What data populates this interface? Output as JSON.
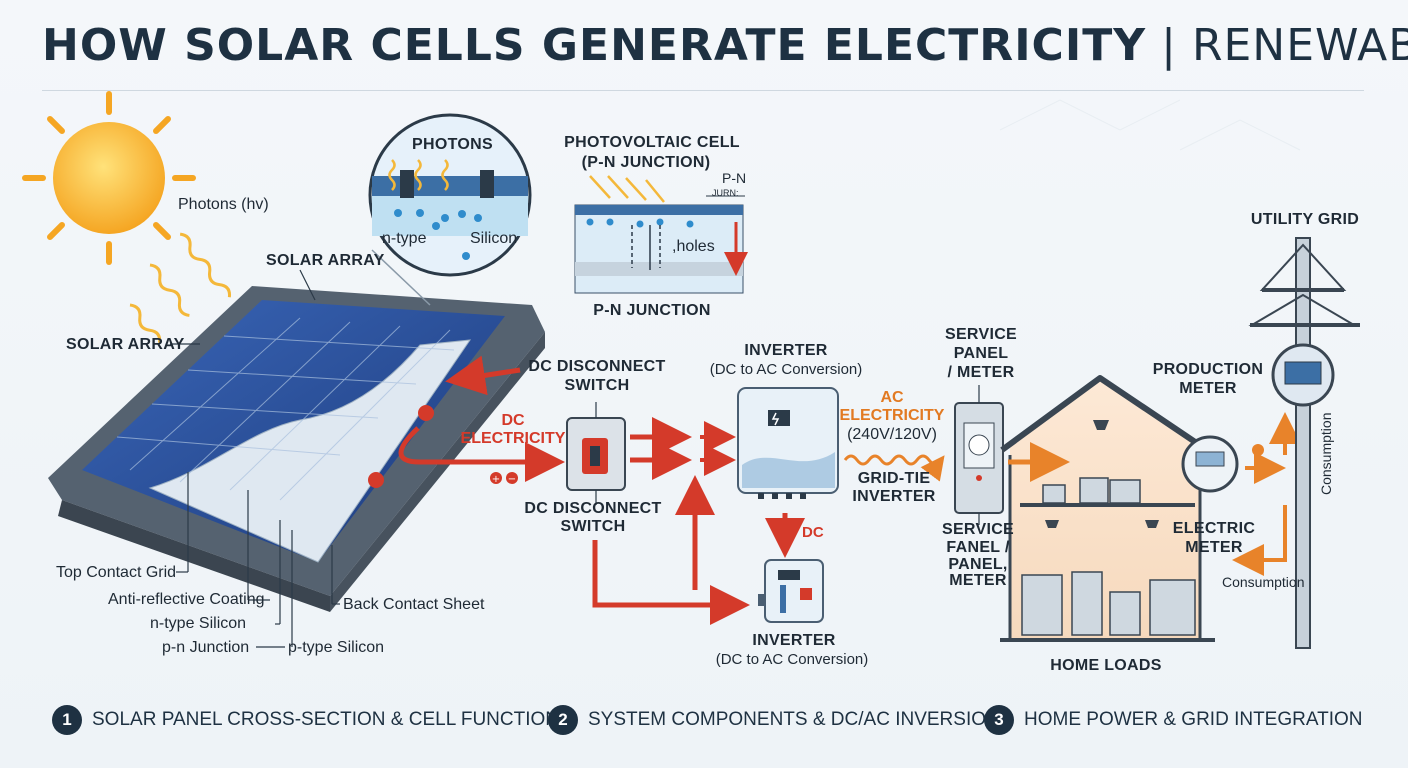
{
  "title": {
    "main": "HOW SOLAR CELLS GENERATE ELECTRICITY",
    "separator": "|",
    "sub": "RENEWABLE ENERGY PROCESS"
  },
  "section1": {
    "photons_hv": "Photons (hv)",
    "solar_array_top": "SOLAR ARRAY",
    "solar_array_left": "SOLAR ARRAY",
    "zoom": {
      "photons": "PHOTONS",
      "ntype": "n-type",
      "silicon": "Silicon"
    },
    "layers": {
      "top_contact_grid": "Top Contact Grid",
      "anti_reflective": "Anti-reflective Coating",
      "ntype_silicon": "n-type Silicon",
      "pn_junction": "p-n Junction",
      "ptype_silicon": "p-type Silicon",
      "back_contact": "Back Contact Sheet"
    }
  },
  "pv_cell": {
    "title_line1": "PHOTOVOLTAIC CELL",
    "title_line2": "(P-N JUNCTION)",
    "pn_label": "P-N",
    "pn_sub": "JURN:",
    "holes": ",holes",
    "junction": "P-N JUNCTION"
  },
  "section2": {
    "dc_electricity_l1": "DC",
    "dc_electricity_l2": "ELECTRICITY",
    "dc_disconnect_top_l1": "DC DISCONNECT",
    "dc_disconnect_top_l2": "SWITCH",
    "dc_disconnect_bot_l1": "DC DISCONNECT",
    "dc_disconnect_bot_l2": "SWITCH",
    "inverter_top": "INVERTER",
    "inverter_top_sub": "(DC to AC Conversion)",
    "dc_small": "DC",
    "inverter_bot": "INVERTER",
    "inverter_bot_sub": "(DC to AC Conversion)",
    "ac_l1": "AC",
    "ac_l2": "ELECTRICITY",
    "ac_volts": "(240V/120V)",
    "gridtie_l1": "GRID-TIE",
    "gridtie_l2": "INVERTER"
  },
  "section3": {
    "service_top_l1": "SERVICE",
    "service_top_l2": "PANEL",
    "service_top_l3": "/ METER",
    "service_bot_l1": "SERVICE",
    "service_bot_l2": "FANEL /",
    "service_bot_l3": "PANEL,",
    "service_bot_l4": "METER",
    "production_l1": "PRODUCTION",
    "production_l2": "METER",
    "electric_l1": "ELECTRIC",
    "electric_l2": "METER",
    "consumption_h": "Consumption",
    "consumption_v": "Consumption",
    "utility_grid": "UTILITY GRID",
    "home_loads": "HOME LOADS"
  },
  "steps": [
    {
      "num": "1",
      "label": "SOLAR PANEL CROSS-SECTION & CELL FUNCTION"
    },
    {
      "num": "2",
      "label": "SYSTEM COMPONENTS & DC/AC INVERSION"
    },
    {
      "num": "3",
      "label": "HOME POWER & GRID INTEGRATION"
    }
  ],
  "colors": {
    "navy": "#1e3142",
    "panel_blue": "#2a4f9a",
    "dc_red": "#d43a2a",
    "ac_orange": "#e27a22",
    "sun": "#f7b52c"
  }
}
